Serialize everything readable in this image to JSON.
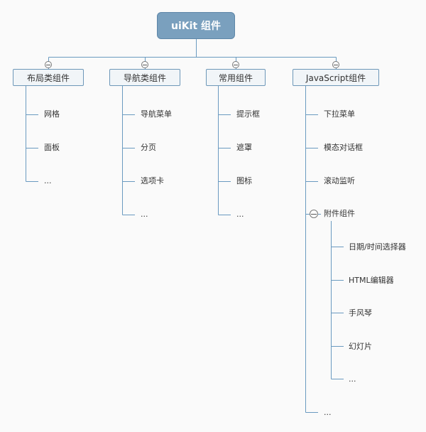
{
  "root": {
    "label": "uiKit 组件"
  },
  "categories": [
    {
      "label": "布局类组件",
      "children": [
        "网格",
        "面板",
        "..."
      ]
    },
    {
      "label": "导航类组件",
      "children": [
        "导航菜单",
        "分页",
        "选项卡",
        "..."
      ]
    },
    {
      "label": "常用组件",
      "children": [
        "提示框",
        "遮罩",
        "图标",
        "..."
      ]
    },
    {
      "label": "JavaScript组件",
      "children": [
        "下拉菜单",
        "模态对话框",
        "滚动监听",
        "附件组件",
        "..."
      ],
      "sub": {
        "label": "附件组件",
        "children": [
          "日期/时间选择器",
          "HTML编辑器",
          "手风琴",
          "幻灯片",
          "..."
        ]
      }
    }
  ],
  "colors": {
    "line": "#6a9ac0",
    "root_fill": "#7aa0be",
    "node_fill": "#f1f5f8",
    "node_border": "#6d97b8"
  }
}
